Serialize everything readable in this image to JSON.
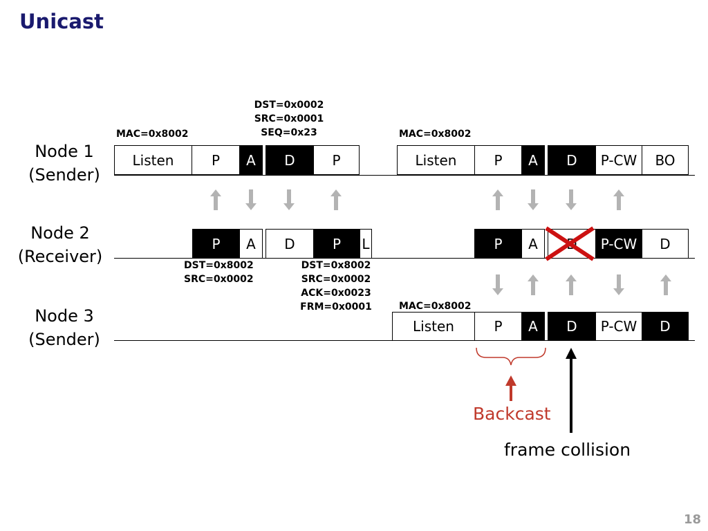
{
  "title": "Unicast",
  "page_number": "18",
  "nodes": [
    {
      "name": "Node 1",
      "role": "(Sender)"
    },
    {
      "name": "Node 2",
      "role": "(Receiver)"
    },
    {
      "name": "Node 3",
      "role": "(Sender)"
    }
  ],
  "frames": {
    "node1_a": [
      "Listen",
      "P",
      "A",
      "D",
      "P"
    ],
    "node1_b": [
      "Listen",
      "P",
      "A",
      "D",
      "P-CW",
      "BO"
    ],
    "node2_a": [
      "P",
      "A"
    ],
    "node2_b": [
      "D",
      "P",
      "L"
    ],
    "node2_c": [
      "P",
      "A",
      "D",
      "P-CW",
      "D"
    ],
    "node3_a": [
      "Listen",
      "P",
      "A",
      "D",
      "P-CW",
      "D"
    ]
  },
  "annotations": {
    "node1_mac_1": "MAC=0x8002",
    "node1_data_header": "DST=0x0002\nSRC=0x0001\nSEQ=0x23",
    "node1_mac_2": "MAC=0x8002",
    "node2_probe_header": "DST=0x8002\nSRC=0x0002",
    "node2_ack_header": "DST=0x8002\nSRC=0x0002\nACK=0x0023\nFRM=0x0001",
    "node3_mac": "MAC=0x8002"
  },
  "labels": {
    "backcast": "Backcast",
    "frame_collision": "frame collision"
  },
  "colors": {
    "title": "#1a1a6e",
    "arrow_grey": "#b3b3b3",
    "backcast_red": "#c0392b",
    "collision_x": "#cc1111"
  }
}
